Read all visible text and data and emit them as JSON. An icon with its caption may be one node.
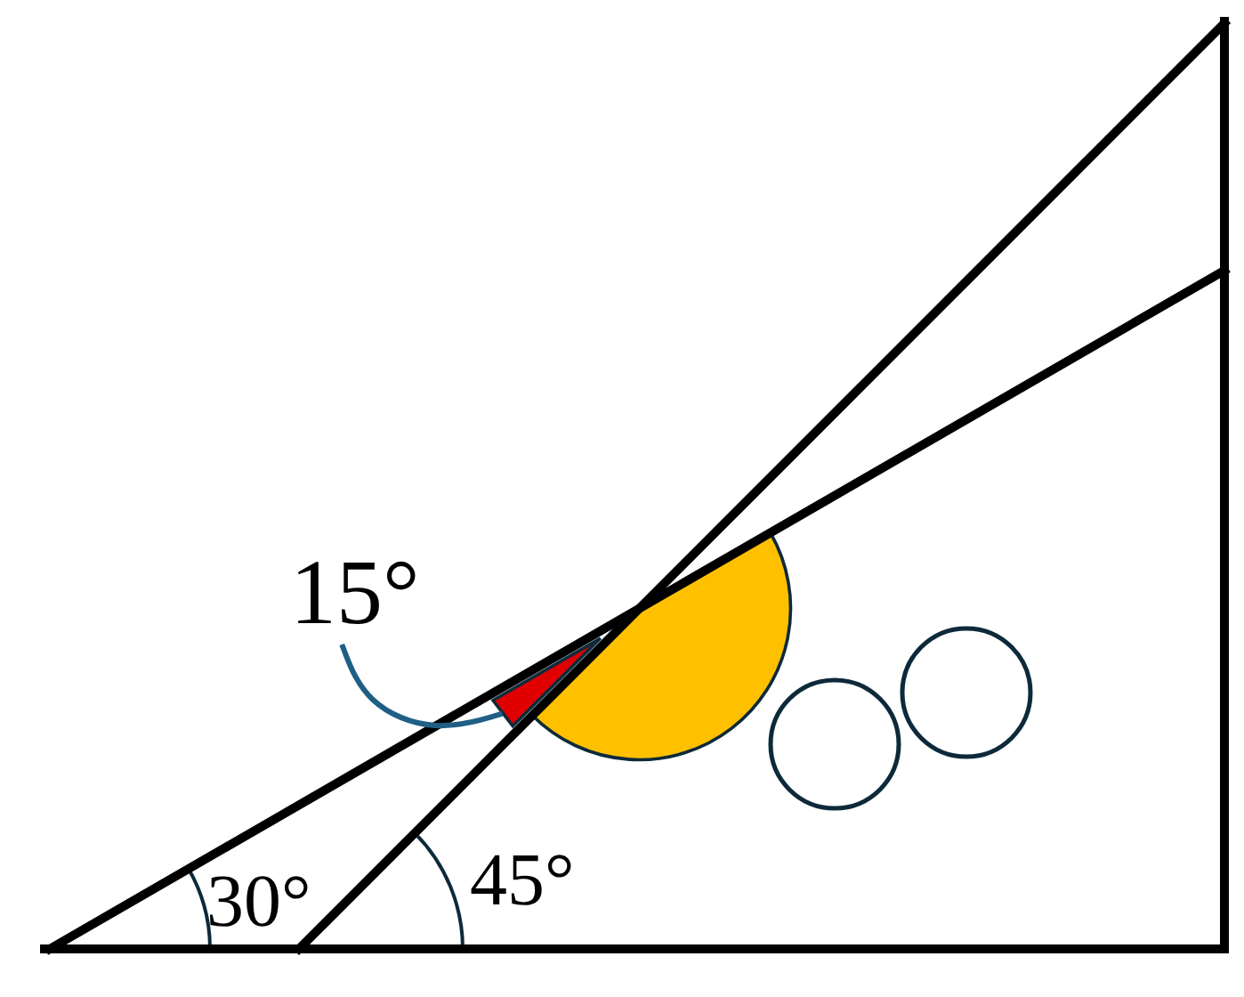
{
  "diagram": {
    "nodes": [
      {
        "text": [
          "15°"
        ]
      },
      {
        "text": [],
        "shape": "wedge"
      },
      {
        "text": [],
        "shape": "semicircle"
      },
      {
        "text": [],
        "shape": "circle"
      },
      {
        "text": [],
        "shape": "circle"
      }
    ],
    "edges": [
      {
        "from": 0,
        "to": 1,
        "arrow": "none"
      }
    ],
    "labels": [
      "30°",
      "45°"
    ]
  }
}
